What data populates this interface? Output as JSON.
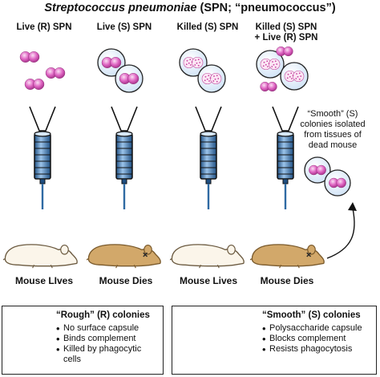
{
  "title": {
    "species": "Streptococcus pneumoniae",
    "rest": " (SPN; “pneumococcus”)"
  },
  "columns": [
    {
      "label": "Live (R) SPN",
      "outcome": "Mouse LIves"
    },
    {
      "label": "Live (S) SPN",
      "outcome": "Mouse Dies"
    },
    {
      "label": "Killed (S) SPN",
      "outcome": "Mouse Lives"
    },
    {
      "label": "Killed (S) SPN\n+ Live (R) SPN",
      "outcome": "Mouse Dies"
    }
  ],
  "isolation_note": "“Smooth” (S)\ncolonies isolated\nfrom tissues of\ndead mouse",
  "legend_rough": {
    "title": "“Rough” (R) colonies",
    "bullets": [
      "No surface capsule",
      "Binds complement",
      "Killed by phagocytic\ncells"
    ]
  },
  "legend_smooth": {
    "title": "“Smooth” (S) colonies",
    "bullets": [
      "Polysaccharide capsule",
      "Blocks complement",
      "Resists phagocytosis"
    ]
  },
  "colors": {
    "bacteria": "#d24fb0",
    "capsule_fill": "#e6f0fb",
    "mouse_alive": "#fbf5ea",
    "mouse_dead": "#d2a86a",
    "syringe_blue": "#2f6aa3"
  }
}
